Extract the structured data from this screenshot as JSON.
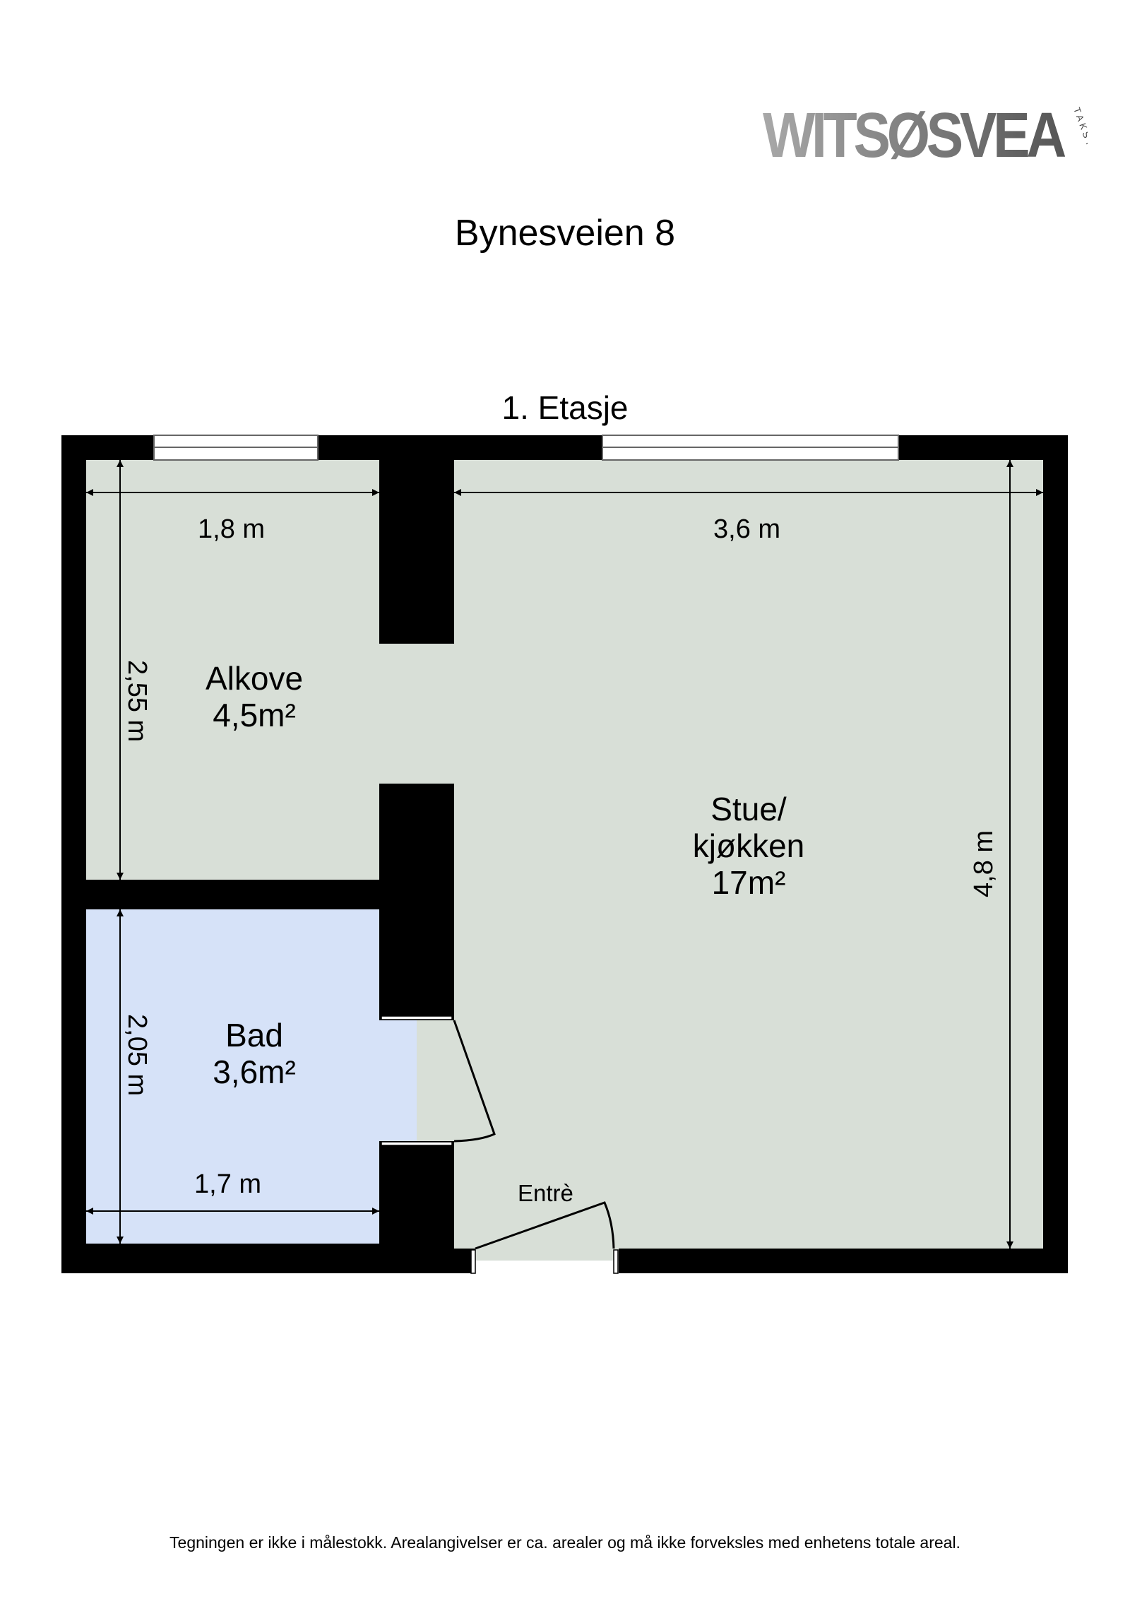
{
  "logo": {
    "name": "WITSØSVEA",
    "tag": "TAKST"
  },
  "header": {
    "title": "Bynesveien 8"
  },
  "floor": {
    "label": "1. Etasje"
  },
  "colors": {
    "wall": "#000000",
    "floor_main": "#d8dfd7",
    "floor_bath": "#d6e2f8",
    "window": "#ffffff",
    "logo_gray": "#7a7a7a"
  },
  "rooms": {
    "alkove": {
      "name": "Alkove",
      "area": "4,5m²",
      "width": "1,8 m",
      "depth": "2,55 m"
    },
    "stue": {
      "name_line1": "Stue/",
      "name_line2": "kjøkken",
      "area": "17m²",
      "width": "3,6 m",
      "depth": "4,8 m"
    },
    "bad": {
      "name": "Bad",
      "area": "3,6m²",
      "width": "1,7 m",
      "depth": "2,05 m"
    },
    "entre": {
      "name": "Entrè"
    }
  },
  "footer": {
    "disclaimer": "Tegningen er ikke i målestokk. Arealangivelser er ca. arealer og må ikke forveksles med enhetens totale areal."
  }
}
